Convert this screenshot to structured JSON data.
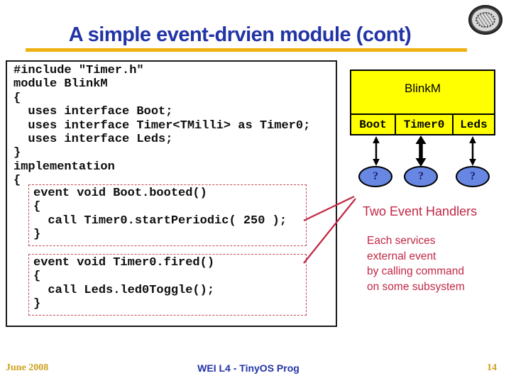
{
  "title": {
    "text": "A simple event-drvien module (cont)"
  },
  "logo": {
    "name": "university-seal"
  },
  "code": {
    "header_lines": [
      "#include \"Timer.h\"",
      "module BlinkM",
      "{",
      "  uses interface Boot;",
      "  uses interface Timer<TMilli> as Timer0;",
      "  uses interface Leds;",
      "}",
      "implementation",
      "{"
    ],
    "handler1_lines": [
      "event void Boot.booted()",
      "{",
      "  call Timer0.startPeriodic( 250 );",
      "}"
    ],
    "handler2_lines": [
      "event void Timer0.fired()",
      "{",
      "  call Leds.led0Toggle();",
      "}"
    ]
  },
  "diagram": {
    "module_name": "BlinkM",
    "interfaces": [
      "Boot",
      "Timer0",
      "Leds"
    ],
    "unknown_label": "?"
  },
  "annotations": {
    "heading": "Two Event Handlers",
    "body_lines": [
      "Each services",
      "external event",
      "by calling command",
      "on some subsystem"
    ]
  },
  "footer": {
    "date": "June 2008",
    "course": "WEI L4 - TinyOS Prog",
    "page": "14"
  },
  "colors": {
    "title_blue": "#2233A6",
    "underline_gold": "#EEB111",
    "annotation_red": "#C22745",
    "dashed_border_red": "#C44A5A",
    "module_yellow": "#FFFF00",
    "ellipse_blue": "#6787E3",
    "footer_gold": "#CDA11E"
  }
}
